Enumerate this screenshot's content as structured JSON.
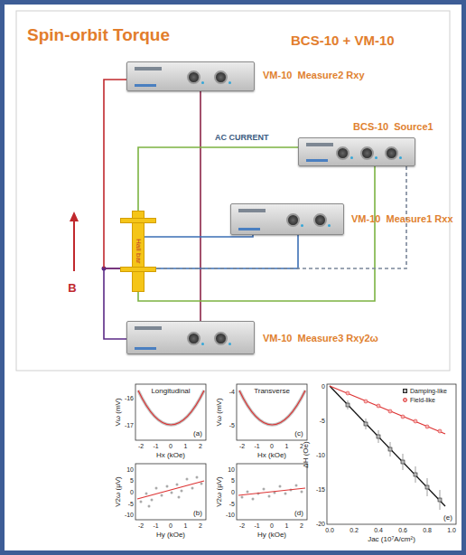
{
  "diagram": {
    "title": "Spin-orbit Torque",
    "nodes": [
      {
        "text": [
          "VM-10  Measure2 Rxy"
        ]
      },
      {
        "text": [
          "BCS-10  Source1"
        ]
      },
      {
        "text": [
          "VM-10  Measure1 Rxx"
        ]
      },
      {
        "text": [
          "Hall bar"
        ]
      },
      {
        "text": [
          "VM-10  Measure3 Rxy2ω"
        ]
      }
    ],
    "edges": [
      {
        "from": 0,
        "to": 3,
        "arrow": "none"
      },
      {
        "from": 4,
        "to": 3,
        "arrow": "none"
      },
      {
        "from": 0,
        "to": 4,
        "arrow": "none"
      },
      {
        "from": 1,
        "to": 3,
        "label": "AC CURRENT",
        "arrow": "none"
      },
      {
        "from": 3,
        "to": 1,
        "arrow": "none"
      },
      {
        "from": 2,
        "to": 3,
        "arrow": "none"
      },
      {
        "from": 2,
        "to": 3,
        "arrow": "none"
      },
      {
        "from": 1,
        "to": 3,
        "arrow": "none"
      }
    ],
    "labels": [
      "BCS-10 + VM-10",
      "B",
      "Longitudinal",
      "-16",
      "-17",
      "-2",
      "-1",
      "0",
      "1",
      "2",
      "Vω (mV)",
      "Hx (kOe)",
      "(a)",
      "Transverse",
      "-4",
      "-5",
      "-2",
      "-1",
      "0",
      "1",
      "2",
      "Vω (mV)",
      "Hx (kOe)",
      "(c)",
      "10",
      "5",
      "0",
      "-5",
      "-10",
      "-2",
      "-1",
      "0",
      "1",
      "2",
      "V2ω (μV)",
      "Hy (kOe)",
      "(b)",
      "10",
      "5",
      "0",
      "-5",
      "-10",
      "-2",
      "-1",
      "0",
      "1",
      "2",
      "V2ω (μV)",
      "Hy (kOe)",
      "(d)",
      "0",
      "-5",
      "-10",
      "-15",
      "-20",
      "0.0",
      "0.2",
      "0.4",
      "0.6",
      "0.8",
      "1.0",
      "ΔH (Oe)",
      "Jac (10⁷A/cm²)",
      "(e)"
    ],
    "legend": [
      {
        "text": "Damping-like"
      },
      {
        "text": "Field-like"
      }
    ]
  }
}
